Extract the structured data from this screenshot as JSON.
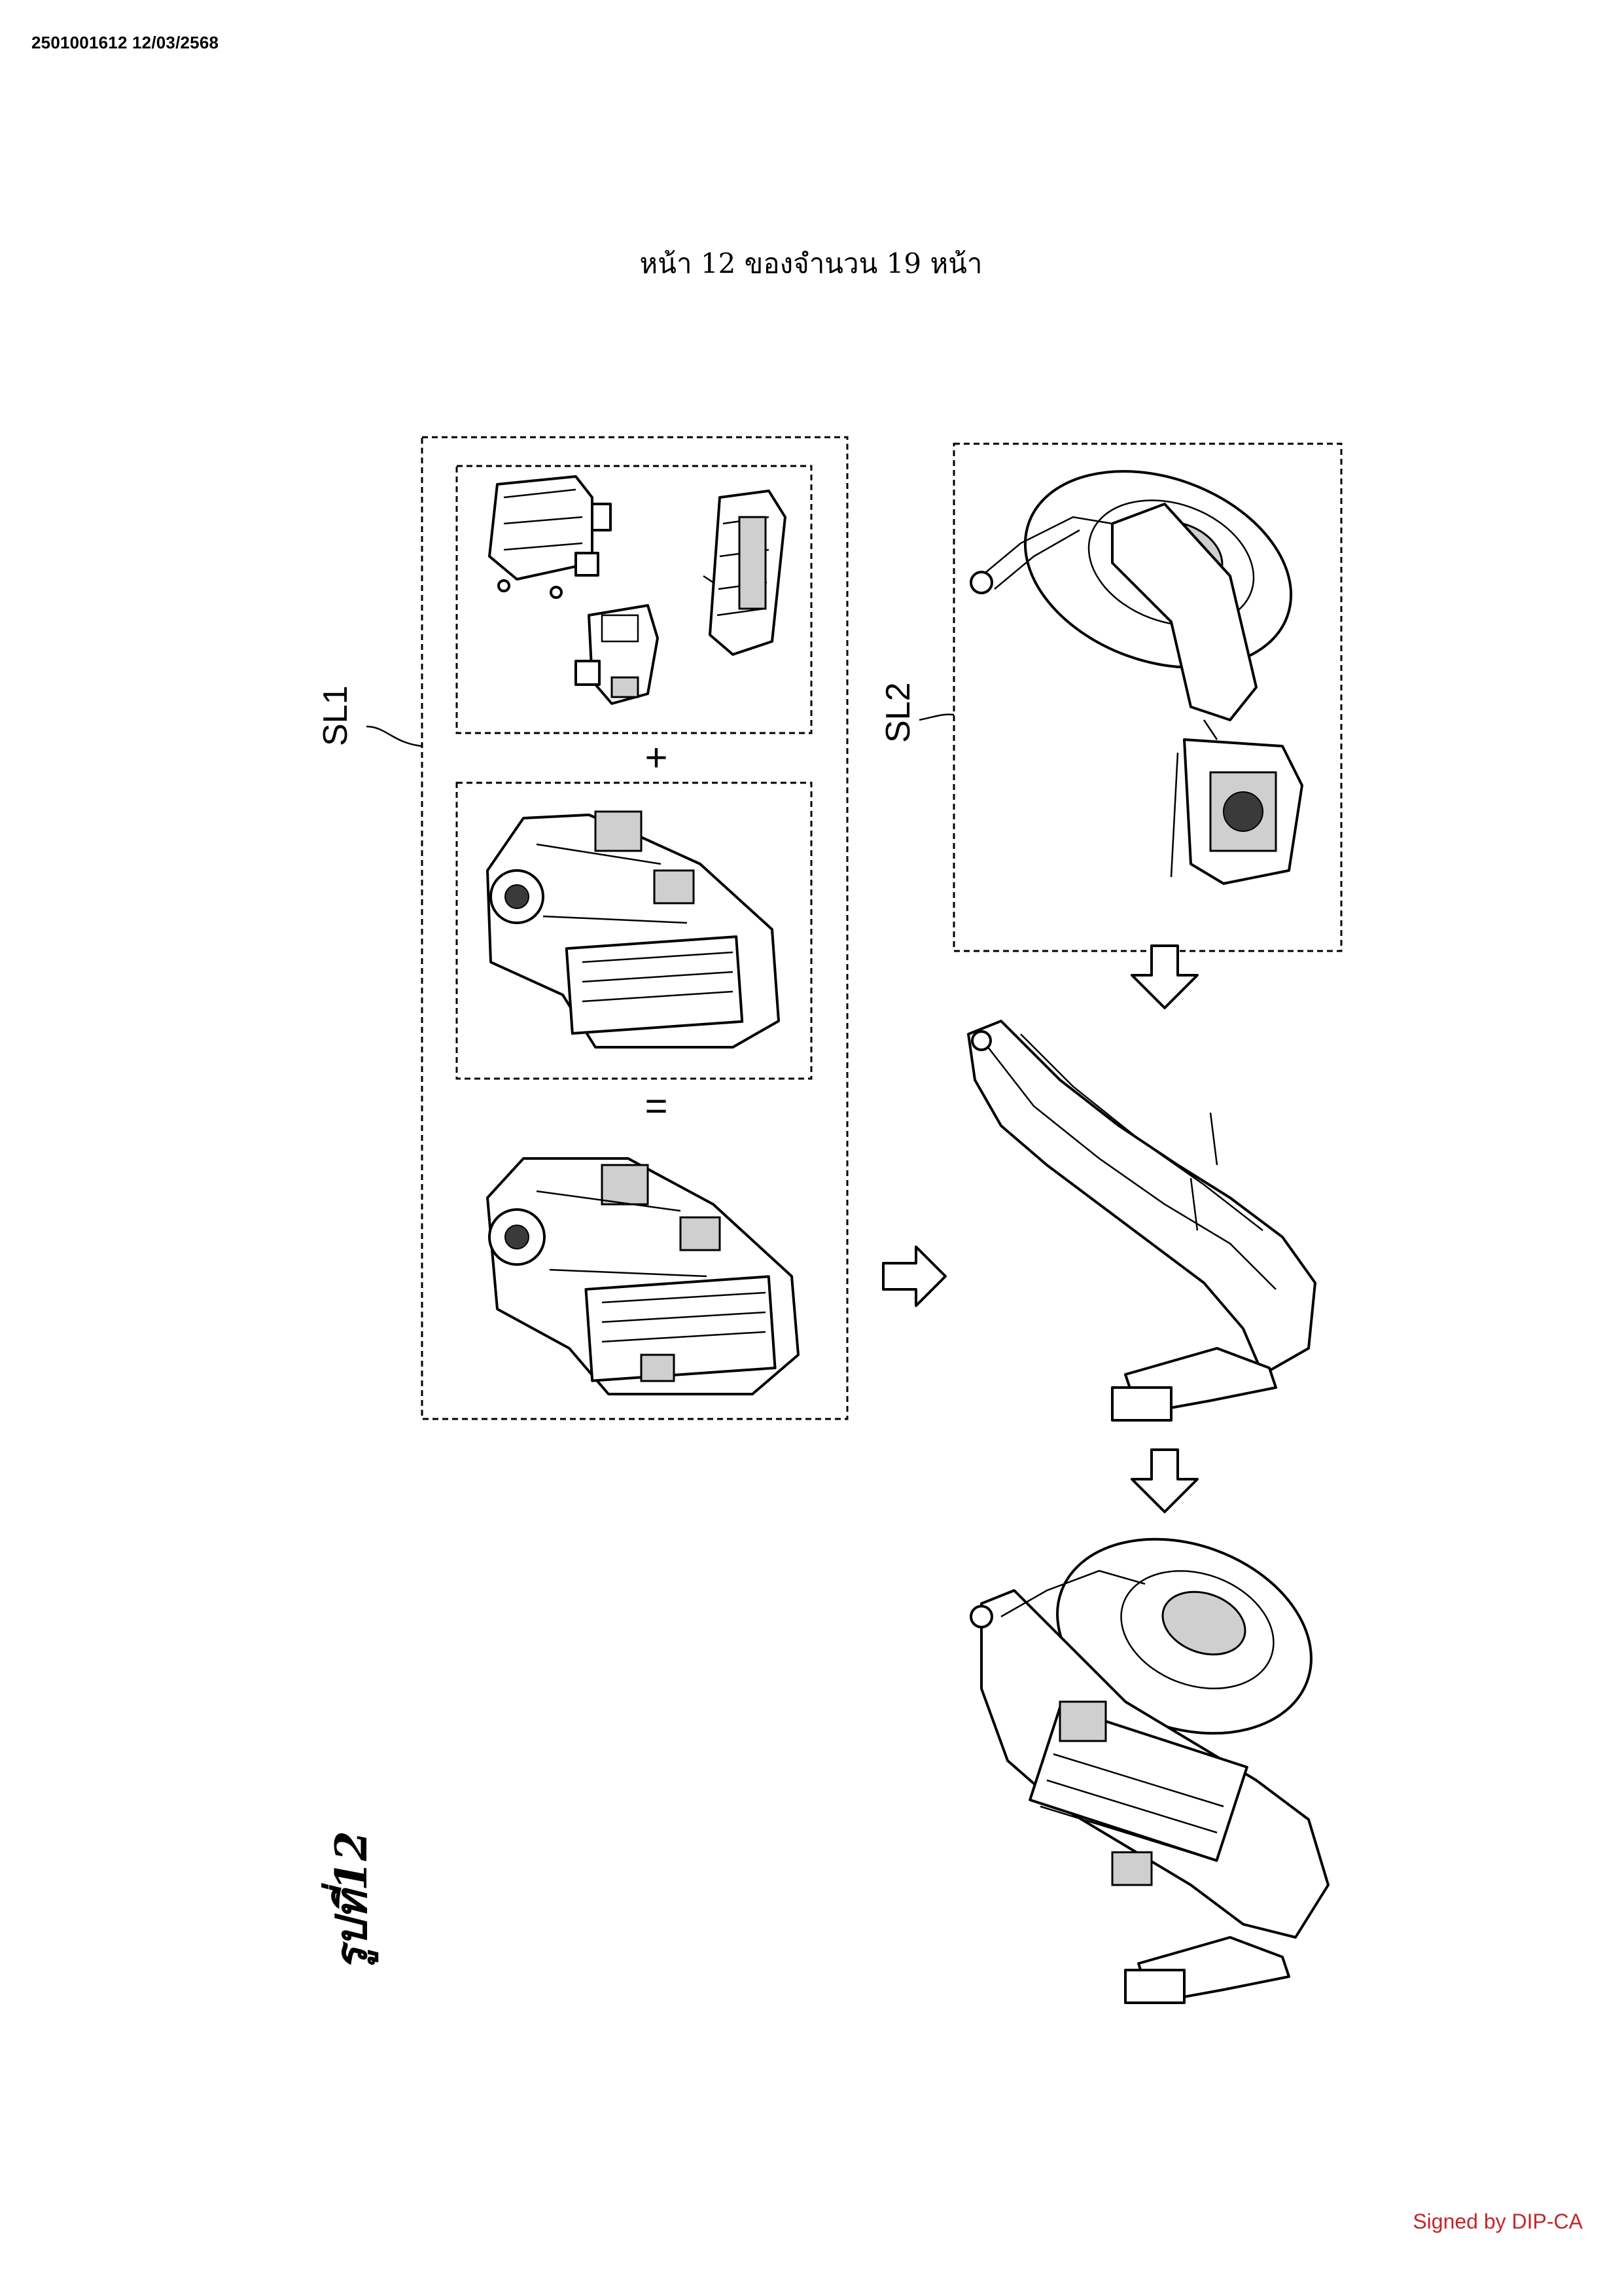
{
  "header": {
    "doc_id": "2501001612 12/03/2568",
    "page_counter": "หน้า 12 ของจำนวน 19 หน้า"
  },
  "figure": {
    "title": "รูปที่12",
    "label_sl1": "SL1",
    "label_sl2": "SL2",
    "plus_sign": "+",
    "equals_sign": "="
  },
  "footer": {
    "signed": "Signed by DIP-CA",
    "signed_color": "#c1272d"
  }
}
